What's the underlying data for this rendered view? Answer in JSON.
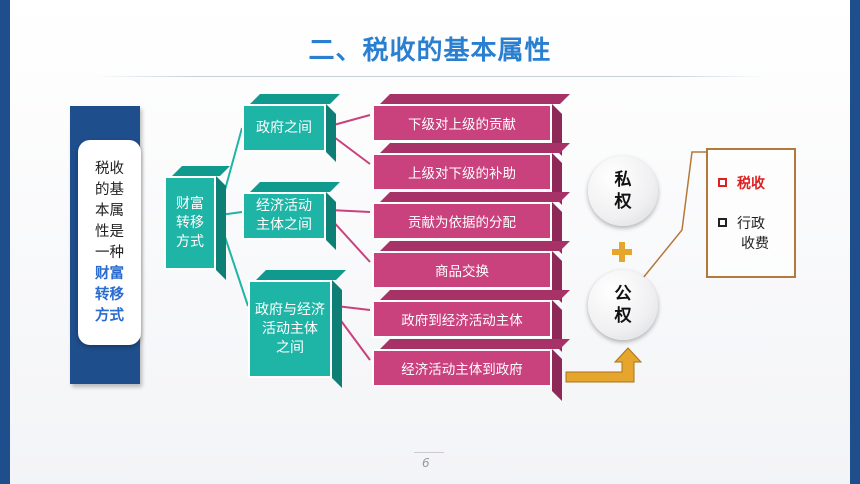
{
  "title": "二、税收的基本属性",
  "left_card": {
    "line1": "税收",
    "line2": "的基",
    "line3": "本属",
    "line4": "性是",
    "line5": "一种",
    "hl1": "财富",
    "hl2": "转移",
    "hl3": "方式"
  },
  "root": {
    "line1": "财富",
    "line2": "转移",
    "line3": "方式"
  },
  "groups": [
    {
      "line1": "政府之间",
      "line2": ""
    },
    {
      "line1": "经济活动",
      "line2": "主体之间"
    },
    {
      "line1": "政府与经济",
      "line2": "活动主体",
      "line3": "之间"
    }
  ],
  "leaves": [
    "下级对上级的贡献",
    "上级对下级的补助",
    "贡献为依据的分配",
    "商品交换",
    "政府到经济活动主体",
    "经济活动主体到政府"
  ],
  "circles": {
    "private": {
      "line1": "私",
      "line2": "权"
    },
    "public": {
      "line1": "公",
      "line2": "权"
    }
  },
  "options": [
    {
      "label": "税收",
      "highlight": true
    },
    {
      "label_line1": "行政",
      "label_line2": "收费",
      "highlight": false
    }
  ],
  "page_number": "6",
  "colors": {
    "title": "#2a7fd0",
    "teal": "#1fb5a6",
    "pink": "#c9417d",
    "frame": "#1f4e8c",
    "accent": "#e6a52c",
    "highlight_text": "#e02020"
  }
}
